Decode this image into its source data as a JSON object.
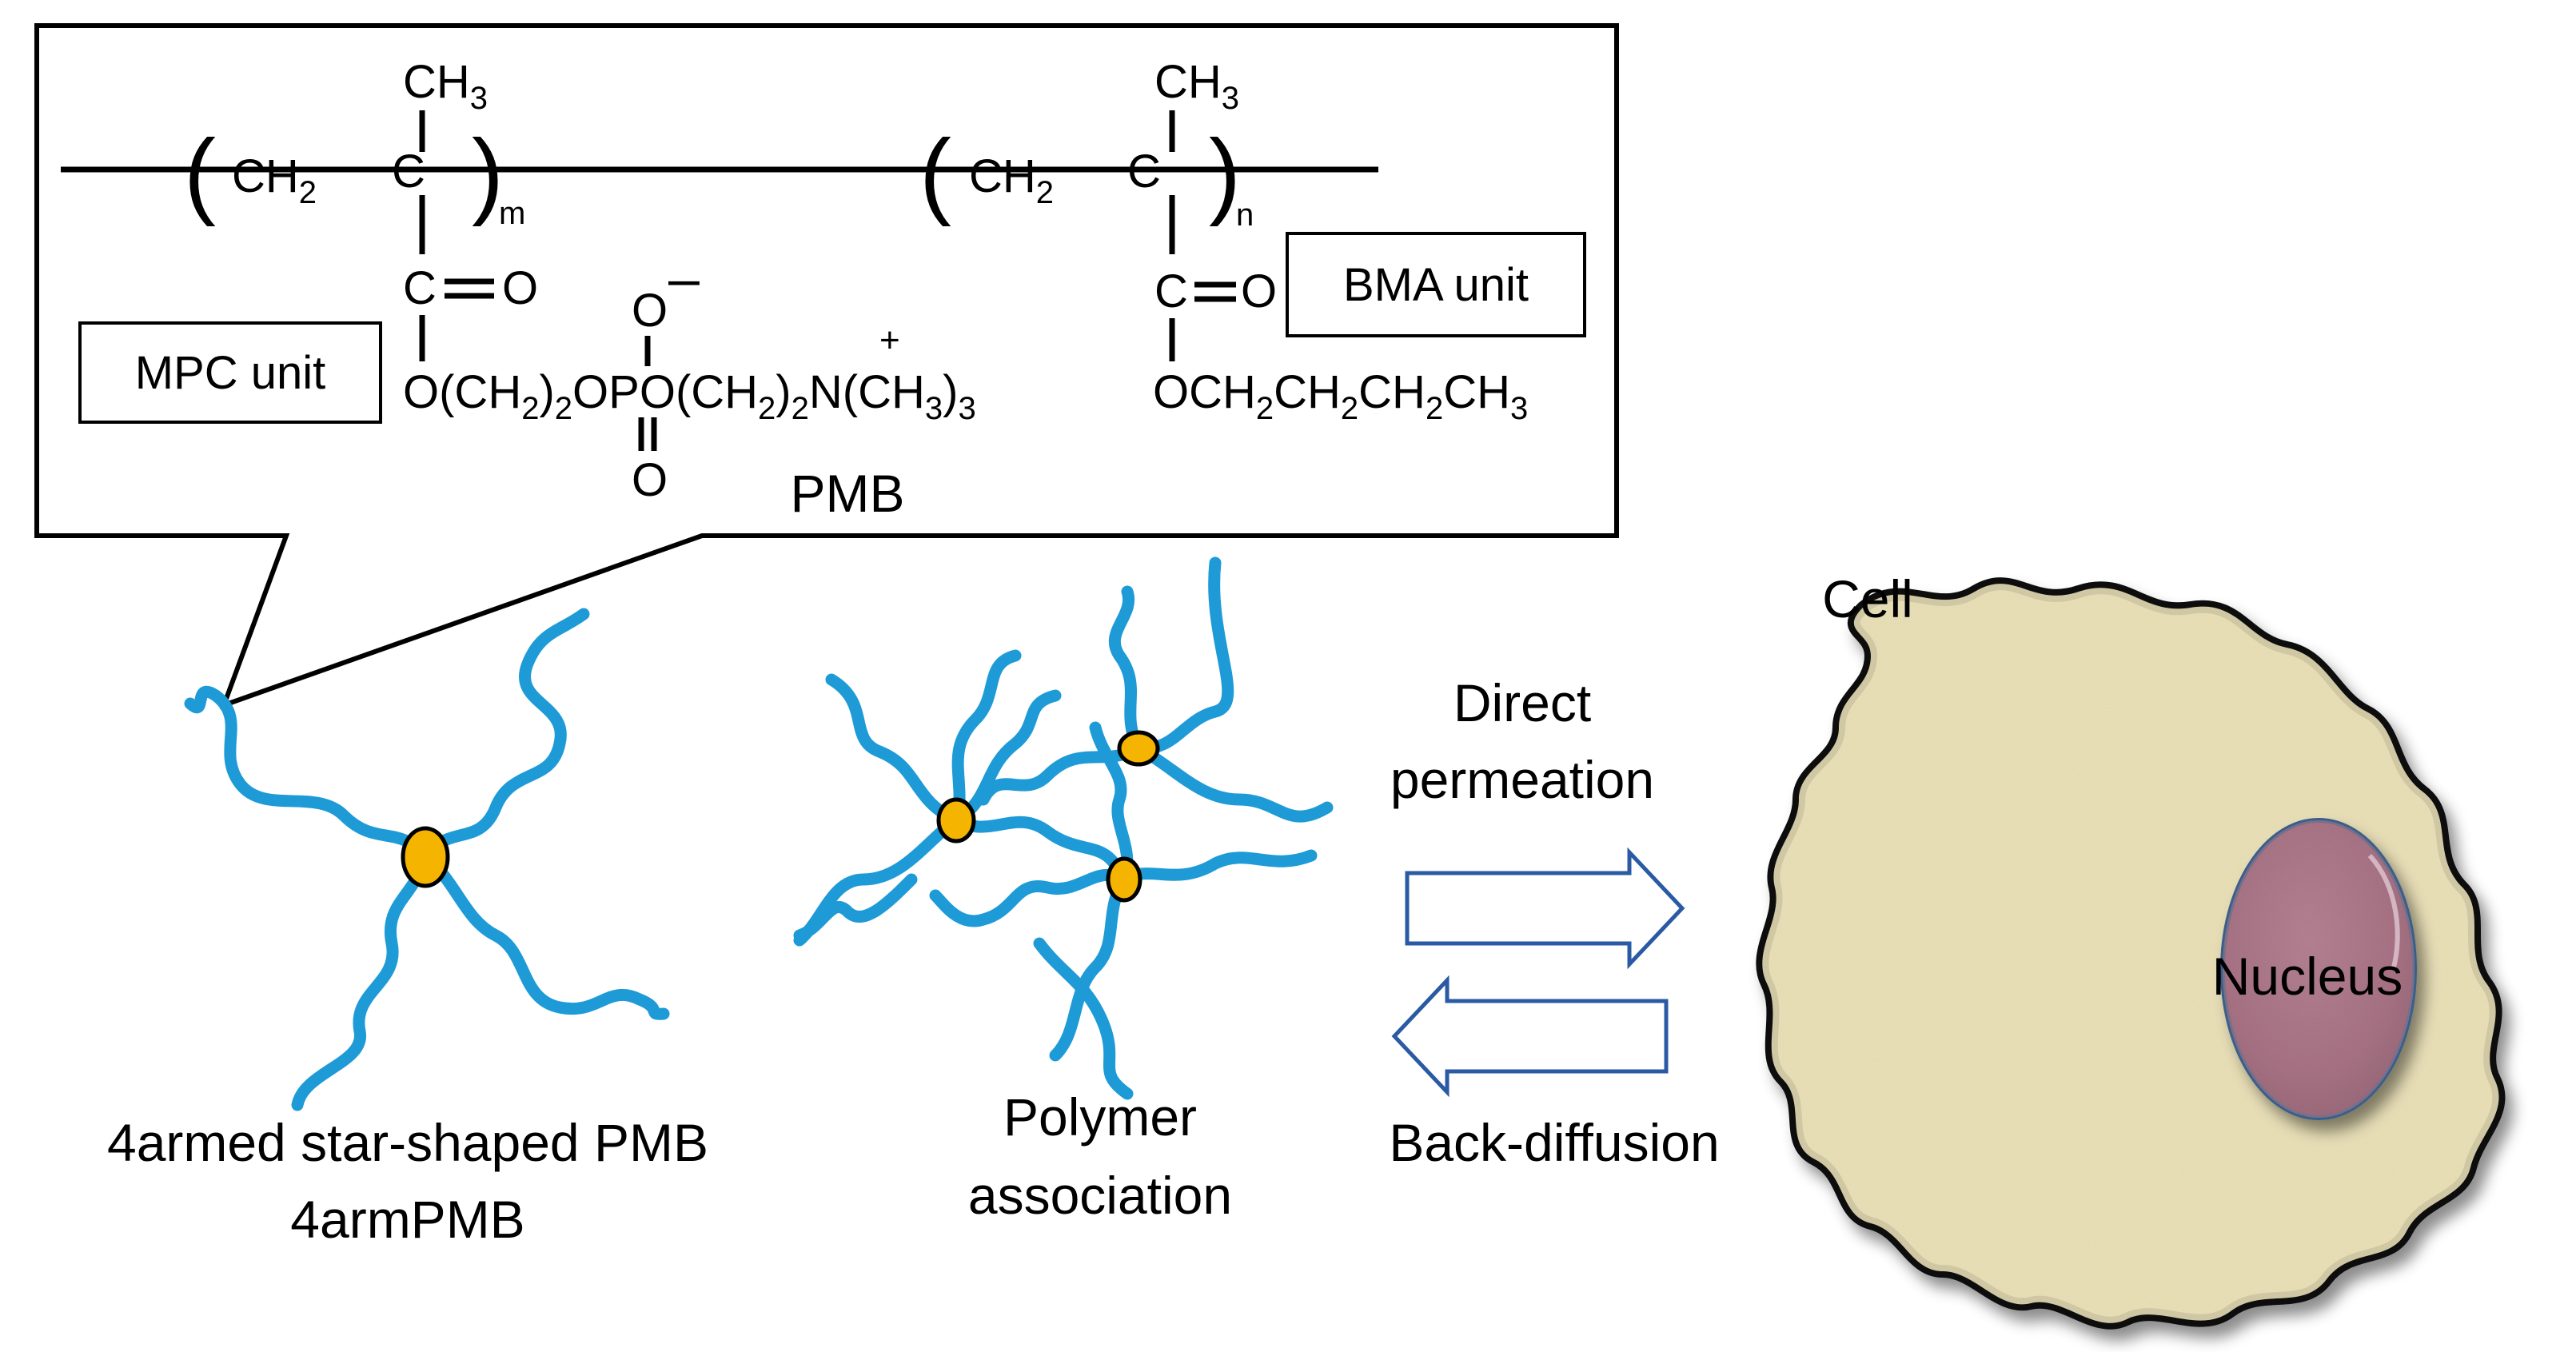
{
  "structure": {
    "ch3_left": "CH",
    "ch3_right": "CH",
    "three": "3",
    "ch2": "CH",
    "two": "2",
    "carbon": "C",
    "oxygen": "O",
    "sub_m": "m",
    "sub_n": "n",
    "phosphorus": "P",
    "nitrogen": "N",
    "minus": "–",
    "plus": "+",
    "o_open": "O(CH",
    "o_close_p": ")",
    "two_b": "2",
    "mpc_tail_a": "O",
    "mpc_tail_b": "O(CH",
    "mpc_tail_c": ")",
    "me3_open": "(CH",
    "me3_close": ")",
    "bma_ch": "CH",
    "bma_o": "OCH",
    "mpc_label": "MPC unit",
    "bma_label": "BMA unit",
    "polymer_name": "PMB"
  },
  "labels": {
    "star_line1": "4armed star-shaped PMB",
    "star_line2": "4armPMB",
    "assoc_line1": "Polymer",
    "assoc_line2": "association",
    "direct_line1": "Direct",
    "direct_line2": "permeation",
    "back": "Back-diffusion",
    "cell": "Cell",
    "nucleus": "Nucleus"
  },
  "colors": {
    "arm": "#1e9bd7",
    "core": "#f5b400",
    "cell_fill": "#ece3b9",
    "nucleus_fill": "#a56c85",
    "arrow_stroke": "#2a5aa3"
  }
}
